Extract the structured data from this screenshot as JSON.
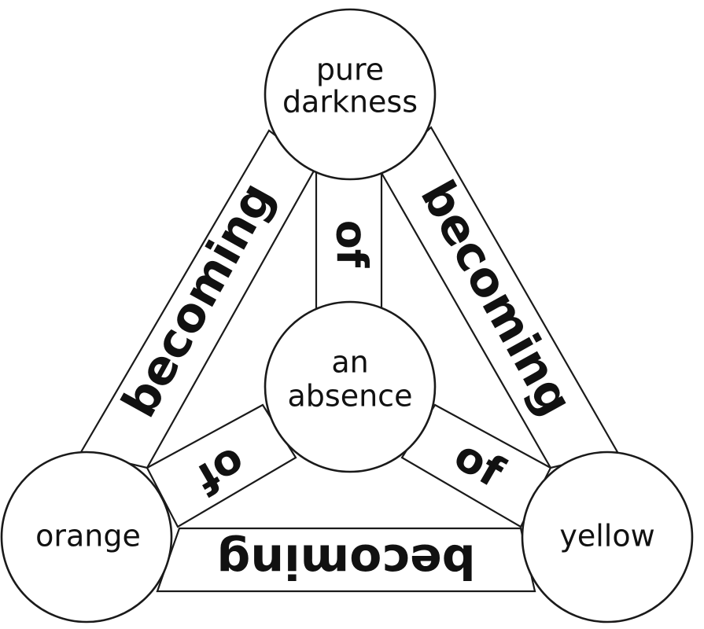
{
  "diagram": {
    "nodes": {
      "top": {
        "line1": "pure",
        "line2": "darkness"
      },
      "center": {
        "line1": "an",
        "line2": "absence"
      },
      "left": {
        "label": "orange"
      },
      "right": {
        "label": "yellow"
      }
    },
    "edges": {
      "top_left": "becoming",
      "top_right": "becoming",
      "bottom": "becoming",
      "top_center": "of",
      "left_center": "of",
      "right_center": "of"
    },
    "colors": {
      "stroke": "#1a1a1a",
      "fill": "#ffffff",
      "text": "#111111"
    }
  }
}
